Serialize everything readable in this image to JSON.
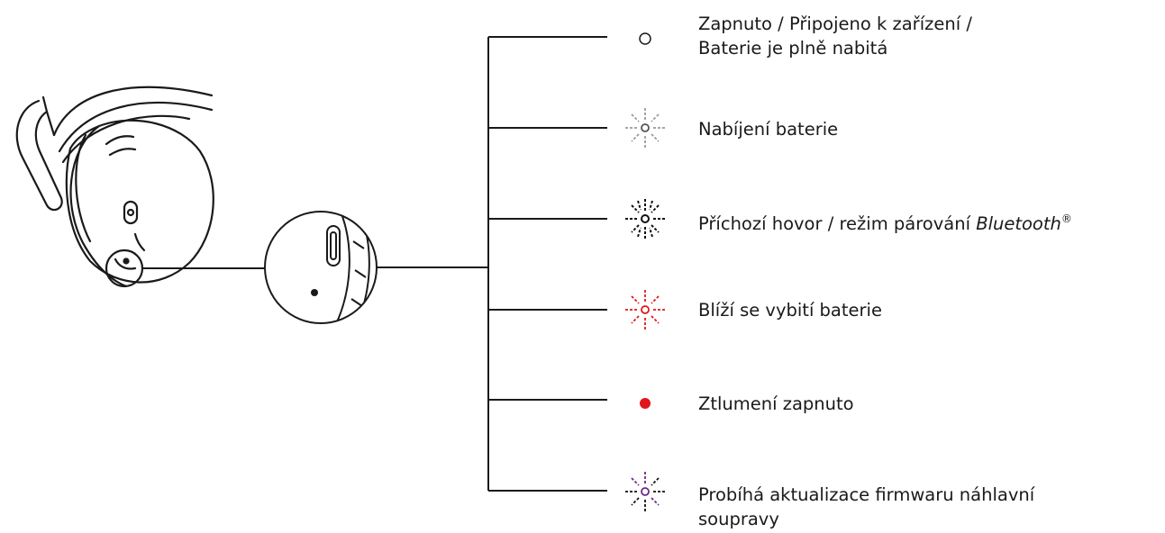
{
  "legend": {
    "items": [
      {
        "id": "on",
        "lines": [
          "Zapnuto / Připojeno k zařízení /",
          "Baterie je plně nabitá"
        ],
        "icon": "solid-white-led-icon",
        "color": "#ffffff"
      },
      {
        "id": "charging",
        "lines": [
          "Nabíjení baterie"
        ],
        "icon": "pulsing-white-led-icon",
        "color": "#9a9a9a"
      },
      {
        "id": "pairing",
        "text_prefix": "Příchozí hovor / režim párování ",
        "text_italic": "Bluetooth",
        "text_sup": "®",
        "icon": "fast-blinking-white-led-icon",
        "color": "#111111"
      },
      {
        "id": "low-battery",
        "lines": [
          "Blíží se vybití baterie"
        ],
        "icon": "blinking-red-led-icon",
        "color": "#e0161c"
      },
      {
        "id": "mute",
        "lines": [
          "Ztlumení zapnuto"
        ],
        "icon": "solid-red-led-icon",
        "color": "#e0161c"
      },
      {
        "id": "firmware",
        "lines": [
          "Probíhá aktualizace firmwaru náhlavní",
          "soupravy"
        ],
        "icon": "blinking-purple-led-icon",
        "color": "#6b2a86"
      }
    ]
  }
}
